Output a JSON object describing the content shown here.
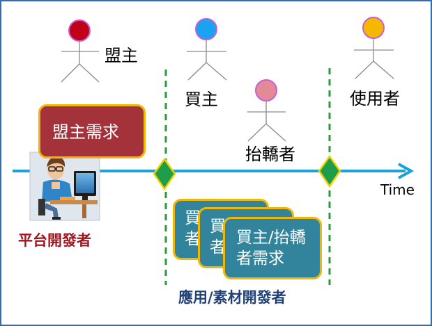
{
  "actors": {
    "alliance_owner": {
      "label": "盟主",
      "color": "#c00018"
    },
    "buyer": {
      "label": "買主",
      "color": "#1aa3f0"
    },
    "carrier": {
      "label": "抬轎者",
      "color": "#e38a96"
    },
    "user": {
      "label": "使用者",
      "color": "#f5b800"
    }
  },
  "timeline": {
    "label": "Time",
    "color": "#1aa3d6"
  },
  "boxes": {
    "alliance_needs": "盟主需求",
    "stack_back": "買\n者",
    "stack_middle": "買\n者",
    "stack_front": "買主/抬轎\n者需求"
  },
  "developers": {
    "platform": "平台開發者",
    "application": "應用/素材開發者"
  },
  "colors": {
    "milestone": "#1e9e4a",
    "divider": "#2a9a3c",
    "box_red": "#a3323a",
    "box_teal": "#31849b",
    "box_border": "#f2b705"
  }
}
